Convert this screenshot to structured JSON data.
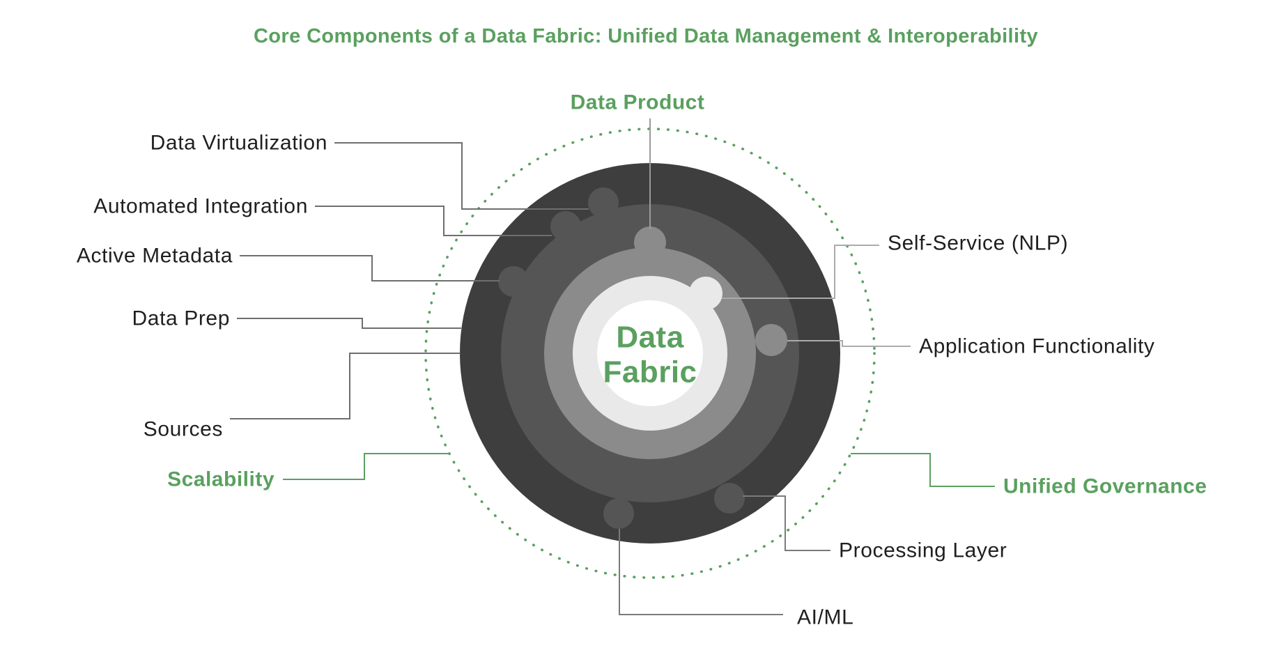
{
  "title": "Core Components of a Data Fabric: Unified Data Management & Interoperability",
  "center": {
    "line1": "Data",
    "line2": "Fabric"
  },
  "labels": {
    "data_product": "Data Product",
    "data_virtualization": "Data Virtualization",
    "automated_integration": "Automated Integration",
    "active_metadata": "Active Metadata",
    "data_prep": "Data Prep",
    "sources": "Sources",
    "scalability": "Scalability",
    "self_service": "Self-Service (NLP)",
    "application_functionality": "Application Functionality",
    "unified_governance": "Unified Governance",
    "processing_layer": "Processing Layer",
    "ai_ml": "AI/ML"
  },
  "colors": {
    "green": "#5aa05f",
    "ring_outer": "#3e3e3e",
    "ring_mid": "#555555",
    "ring_inner": "#8b8b8b",
    "ring_light": "#e9e9e9",
    "center_bg": "#ffffff",
    "text_dark": "#1f1f1f",
    "connector_gray": "#6e6e6e",
    "connector_light": "#ababab",
    "connector_mid": "#7a7a7a",
    "connector_product": "#9a9a9a"
  }
}
